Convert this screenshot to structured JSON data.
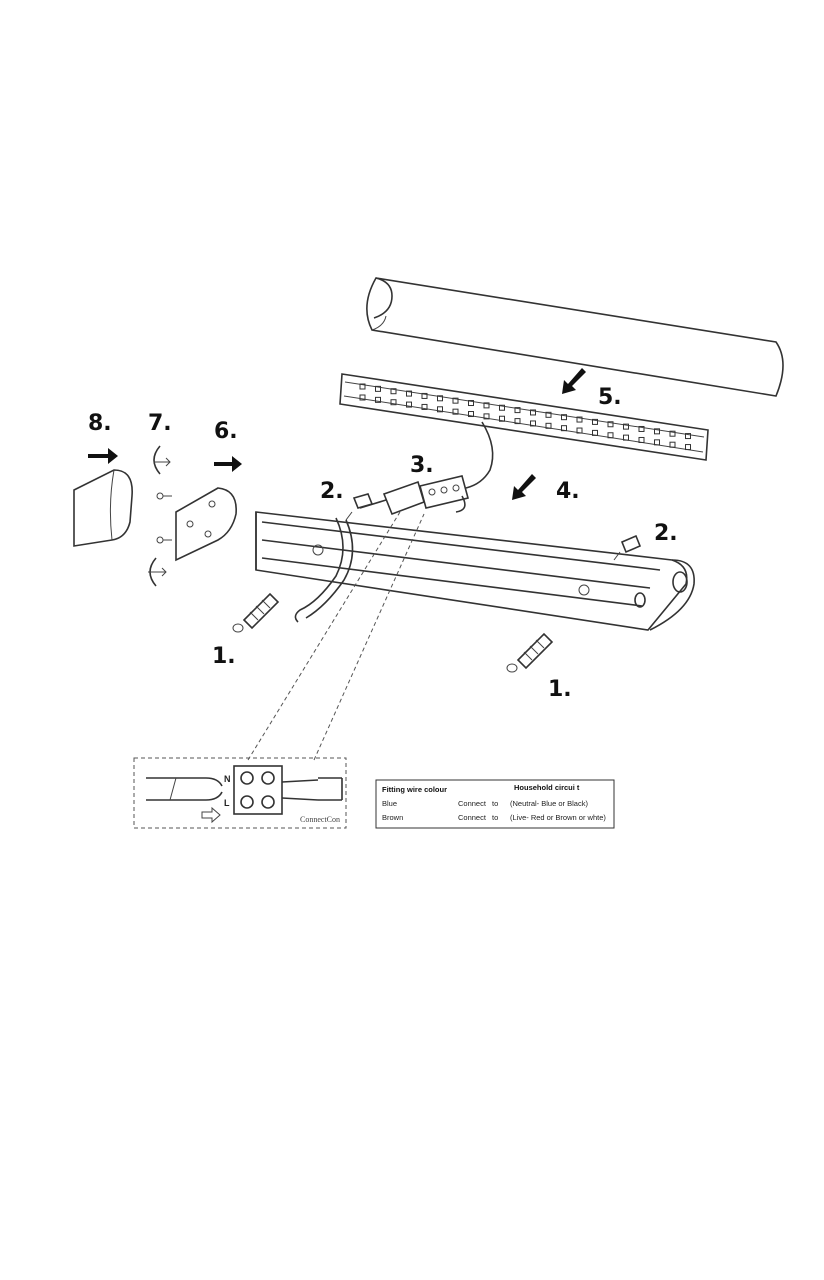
{
  "steps": {
    "s1a": "1.",
    "s1b": "1.",
    "s2a": "2.",
    "s2b": "2.",
    "s3": "3.",
    "s4": "4.",
    "s5": "5.",
    "s6": "6.",
    "s7": "7.",
    "s8": "8."
  },
  "connector": {
    "n_label": "N",
    "l_label": "L",
    "brand": "ConnectCon"
  },
  "wiring_table": {
    "col1_header": "Fitting wire colour",
    "col2_header": "Household circui t",
    "rows": [
      {
        "wire": "Blue",
        "connect": "Connect",
        "to": "to",
        "target": "(Neutral- Blue or Black)"
      },
      {
        "wire": "Brown",
        "connect": "Connect",
        "to": "to",
        "target": "(Live- Red or Brown or whte)"
      }
    ]
  }
}
